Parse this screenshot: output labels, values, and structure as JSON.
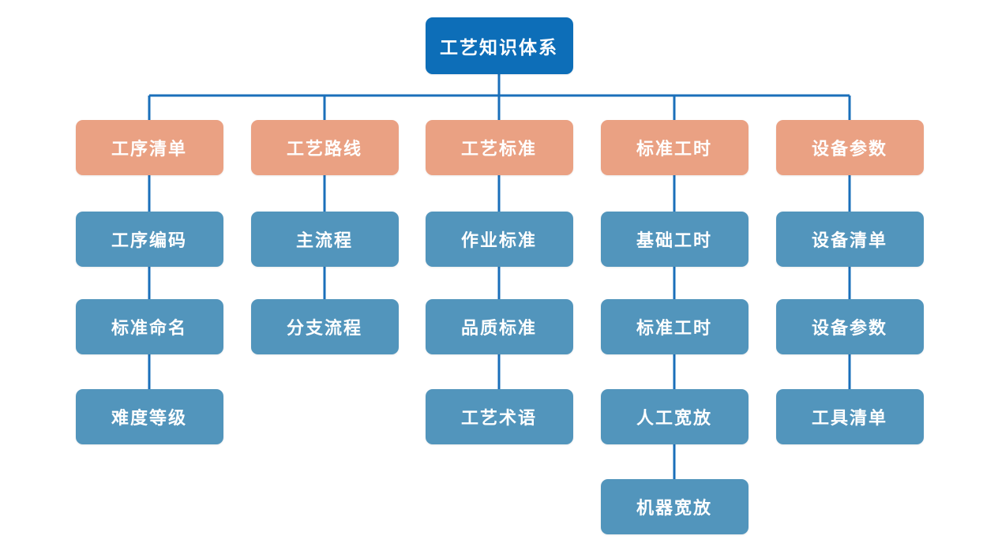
{
  "diagram": {
    "root_label": "工艺知识体系",
    "columns": [
      {
        "parent": "工序清单",
        "children": [
          "工序编码",
          "标准命名",
          "难度等级"
        ]
      },
      {
        "parent": "工艺路线",
        "children": [
          "主流程",
          "分支流程"
        ]
      },
      {
        "parent": "工艺标准",
        "children": [
          "作业标准",
          "品质标准",
          "工艺术语"
        ]
      },
      {
        "parent": "标准工时",
        "children": [
          "基础工时",
          "标准工时",
          "人工宽放",
          "机器宽放"
        ]
      },
      {
        "parent": "设备参数",
        "children": [
          "设备清单",
          "设备参数",
          "工具清单"
        ]
      }
    ],
    "colors": {
      "root_bg": "#0d6eb8",
      "parent_bg": "#eaa183",
      "child_bg": "#5295bc",
      "line": "#1a6fba",
      "text": "#ffffff"
    }
  }
}
